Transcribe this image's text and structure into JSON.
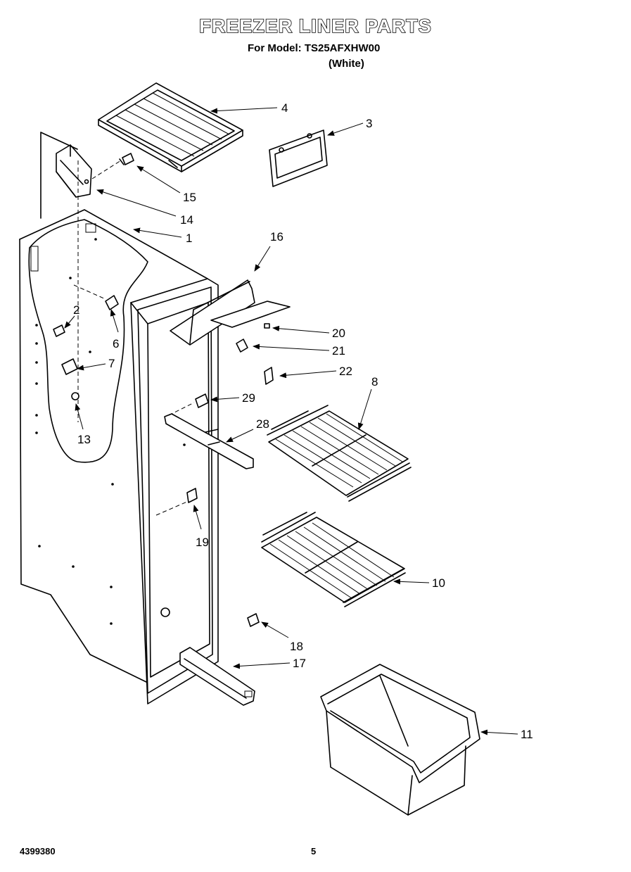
{
  "header": {
    "title": "FREEZER LINER PARTS",
    "model_line": "For Model: TS25AFXHW00",
    "color_line": "(White)"
  },
  "footer": {
    "document_number": "4399380",
    "page_number": "5"
  },
  "callouts": {
    "c1": "1",
    "c2": "2",
    "c3": "3",
    "c4": "4",
    "c6": "6",
    "c7": "7",
    "c8": "8",
    "c10": "10",
    "c11": "11",
    "c13": "13",
    "c14": "14",
    "c15": "15",
    "c16": "16",
    "c17": "17",
    "c18": "18",
    "c19": "19",
    "c20": "20",
    "c21": "21",
    "c22": "22",
    "c28": "28",
    "c29": "29"
  }
}
